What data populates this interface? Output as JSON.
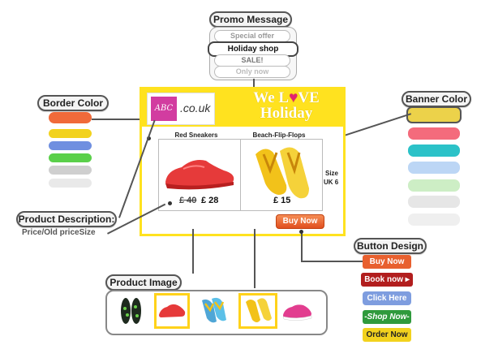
{
  "promo": {
    "label": "Promo Message",
    "options": [
      "Special offer",
      "Holiday shop",
      "SALE!",
      "Only now"
    ],
    "selected": "Holiday shop"
  },
  "border_color": {
    "label": "Border Color",
    "swatches": [
      "#f06a3a",
      "#f2d21e",
      "#6f8fe0",
      "#5ad04a",
      "#cfcfcf",
      "#e9e9e9"
    ]
  },
  "banner_color": {
    "label": "Banner Color",
    "swatches": [
      "#ecd24a",
      "#f46b7c",
      "#2bc2c8",
      "#bcd6f5",
      "#cdeec5",
      "#e6e6e6",
      "#efefef"
    ]
  },
  "banner": {
    "logo_text": "ABC",
    "logo_domain": ".co.uk",
    "headline_prefix": "We L",
    "headline_suffix": "VE",
    "headline_line2": "Holiday",
    "product1_name": "Red Sneakers",
    "product2_name": "Beach-Flip-Flops",
    "product1_old_price": "£ 40",
    "product1_price": "£ 28",
    "product2_price": "£ 15",
    "size_label": "Size",
    "size_value": "UK 6",
    "buy_now": "Buy Now"
  },
  "product_description": {
    "label": "Product Description:",
    "sub": "Price/Old priceSize"
  },
  "button_design": {
    "label": "Button Design",
    "options": [
      {
        "text": "Buy Now",
        "color": "#e8602f"
      },
      {
        "text": "Book now ▸",
        "color": "#b21e1e"
      },
      {
        "text": "Click Here",
        "color": "#7e9ddf"
      },
      {
        "text": "-Shop Now-",
        "color": "#2f9a3c"
      },
      {
        "text": "Order Now",
        "color": "#f2d21e"
      }
    ]
  },
  "product_image": {
    "label": "Product Image"
  },
  "colors": {
    "banner_yellow": "#ffe21f",
    "heart": "#e2236f",
    "logo_magenta": "#d23ca0"
  }
}
